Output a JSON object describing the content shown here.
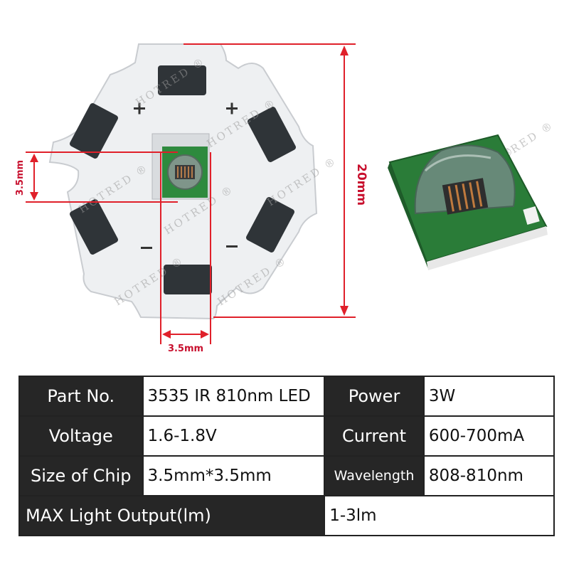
{
  "dimensions": {
    "height": "20mm",
    "chip_height": "3.5mm",
    "chip_width": "3.5mm"
  },
  "watermark": "HOTRED ®",
  "colors": {
    "dimension_lines": "#e0202a",
    "board": "#eef0f2",
    "pad": "#2f3438",
    "led_base": "#2e8a3e",
    "table_header": "#262626"
  },
  "specs": {
    "rows": [
      [
        {
          "label": "Part No.",
          "value": "3535 IR 810nm LED"
        },
        {
          "label": "Power",
          "value": "3W"
        }
      ],
      [
        {
          "label": "Voltage",
          "value": "1.6-1.8V"
        },
        {
          "label": "Current",
          "value": "600-700mA"
        }
      ],
      [
        {
          "label": "Size of Chip",
          "value": "3.5mm*3.5mm"
        },
        {
          "label": "Wavelength",
          "value": "808-810nm"
        }
      ]
    ],
    "last_row": {
      "label": "MAX Light Output(lm)",
      "value": "1-3lm"
    }
  }
}
